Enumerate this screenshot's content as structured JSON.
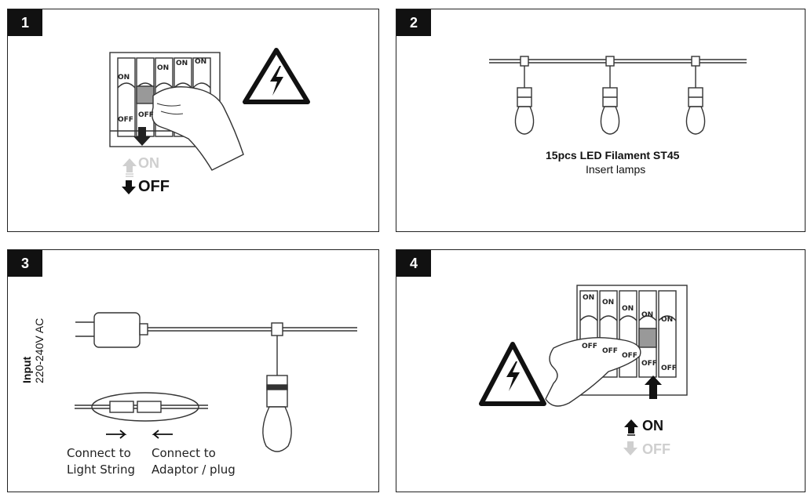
{
  "steps": [
    {
      "number": "1",
      "on_label": "ON",
      "off_label": "OFF",
      "switch_labels": [
        "ON",
        "ON",
        "ON",
        "ON"
      ],
      "switch_off_labels": [
        "OFF",
        "OFF"
      ]
    },
    {
      "number": "2",
      "caption_title": "15pcs LED Filament ST45",
      "caption_sub": "Insert lamps"
    },
    {
      "number": "3",
      "input_title": "Input",
      "input_voltage": "220-240V AC",
      "connect_left": [
        "Connect to",
        "Light String"
      ],
      "connect_right": [
        "Connect to",
        "Adaptor / plug"
      ]
    },
    {
      "number": "4",
      "on_label": "ON",
      "off_label": "OFF",
      "switch_labels": [
        "ON",
        "ON",
        "ON",
        "ON",
        "ON"
      ],
      "switch_off_labels": [
        "OFF",
        "OFF",
        "OFF",
        "OFF",
        "OFF"
      ]
    }
  ],
  "colors": {
    "ink": "#111111",
    "faded": "#c8c8c8",
    "stroke": "#333333"
  },
  "icons": {
    "hazard": "high-voltage-warning-icon",
    "arrow_down": "arrow-down-icon",
    "arrow_up": "arrow-up-icon"
  }
}
